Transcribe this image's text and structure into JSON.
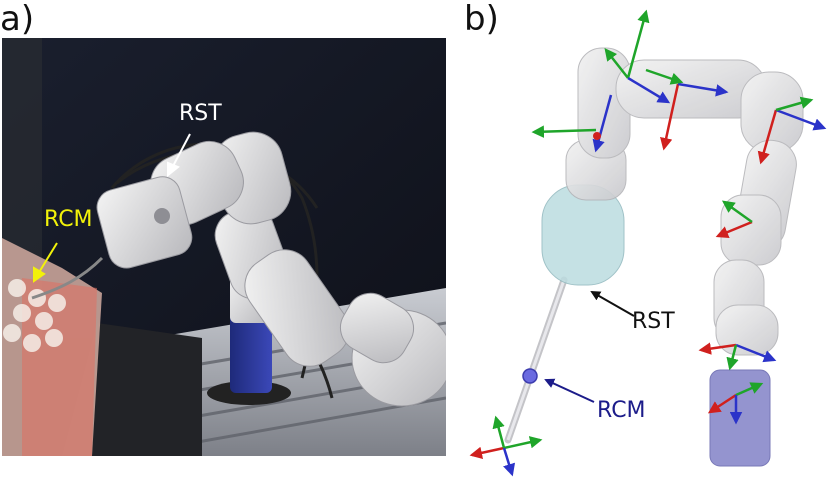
{
  "panels": {
    "a": {
      "label": "a)"
    },
    "b": {
      "label": "b)"
    }
  },
  "photo": {
    "rst_label": "RST",
    "rcm_label": "RCM",
    "rst_color": "#ffffff",
    "rcm_color": "#f2f20a"
  },
  "render": {
    "rst_label": "RST",
    "rcm_label": "RCM",
    "rst_color": "#111111",
    "rcm_color": "#1c1c8a"
  },
  "axis_colors": {
    "x": "#d0201e",
    "y": "#1fa52a",
    "z": "#2b33c9"
  }
}
